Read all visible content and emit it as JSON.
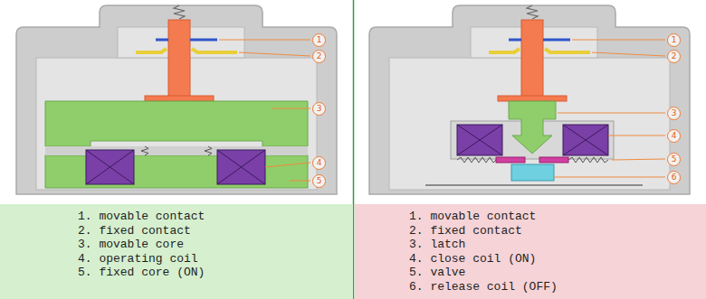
{
  "diagram": {
    "nodes": [
      {
        "text": [
          "1. movable contact",
          "2. fixed contact",
          "3. movable core",
          "4. operating coil",
          "5. fixed core (ON)"
        ]
      },
      {
        "text": [
          "1. movable contact",
          "2. fixed contact",
          "3. latch",
          "4. close coil (ON)",
          "5. valve",
          "6. release coil (OFF)"
        ]
      }
    ],
    "labels": [
      "1",
      "2",
      "3",
      "4",
      "5",
      "1",
      "2",
      "3",
      "4",
      "5",
      "6"
    ]
  }
}
